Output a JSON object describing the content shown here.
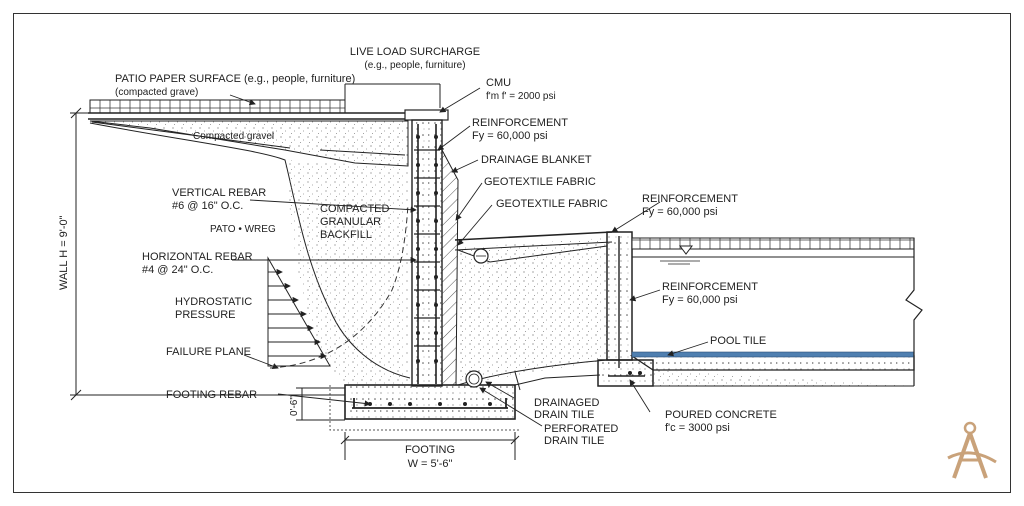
{
  "labels": {
    "live_load_1": "LIVE LOAD SURCHARGE",
    "live_load_2": "(e.g., people, furniture)",
    "patio_surface_1": "PATIO PAPER SURFACE (e.g., people, furniture)",
    "patio_surface_2": "(compacted grave)",
    "cmu_1": "CMU",
    "cmu_2": "f'm f' = 2000 psi",
    "compacted_gravel": "Compacted gravel",
    "reinf_cmu_1": "REINFORCEMENT",
    "reinf_cmu_2": "Fy = 60,000 psi",
    "drainage_blanket": "DRAINAGE BLANKET",
    "vertical_rebar_1": "VERTICAL REBAR",
    "vertical_rebar_2": "#6 @ 16\" O.C.",
    "backfill_1": "COMPACTED",
    "backfill_2": "GRANULAR",
    "backfill_3": "BACKFILL",
    "geotextile_1": "GEOTEXTILE FABRIC",
    "geotextile_2": "GEOTEXTILE FABRIC",
    "reinf_pool_top_1": "REINFORCEMENT",
    "reinf_pool_top_2": "Fy = 60,000 psi",
    "pato_wreg": "PATO • WREG",
    "wall_height": "WALL H = 9'-0\"",
    "horizontal_rebar_1": "HORIZONTAL  REBAR",
    "horizontal_rebar_2": "#4 @ 24\" O.C.",
    "reinf_pool_mid_1": "REINFORCEMENT",
    "reinf_pool_mid_2": "Fy = 60,000 psi",
    "hydrostatic_1": "HYDROSTATIC",
    "hydrostatic_2": "PRESSURE",
    "pool_tile": "POOL TILE",
    "failure_plane": "FAILURE PLANE",
    "footing_rebar": "FOOTING REBAR",
    "footing_depth": "0'-6\"",
    "drainaged_tile_1": "DRAINAGED",
    "drainaged_tile_2": "DRAIN TILE",
    "perforated_1": "PERFORATED",
    "perforated_2": "DRAIN TILE",
    "poured_concrete_1": "POURED CONCRETE",
    "poured_concrete_2": "f'c = 3000 psi",
    "footing_1": "FOOTING",
    "footing_2": "W = 5'-6\""
  },
  "colors": {
    "line": "#222222",
    "tile": "#4f7fb0",
    "logo": "#c9a27a"
  }
}
